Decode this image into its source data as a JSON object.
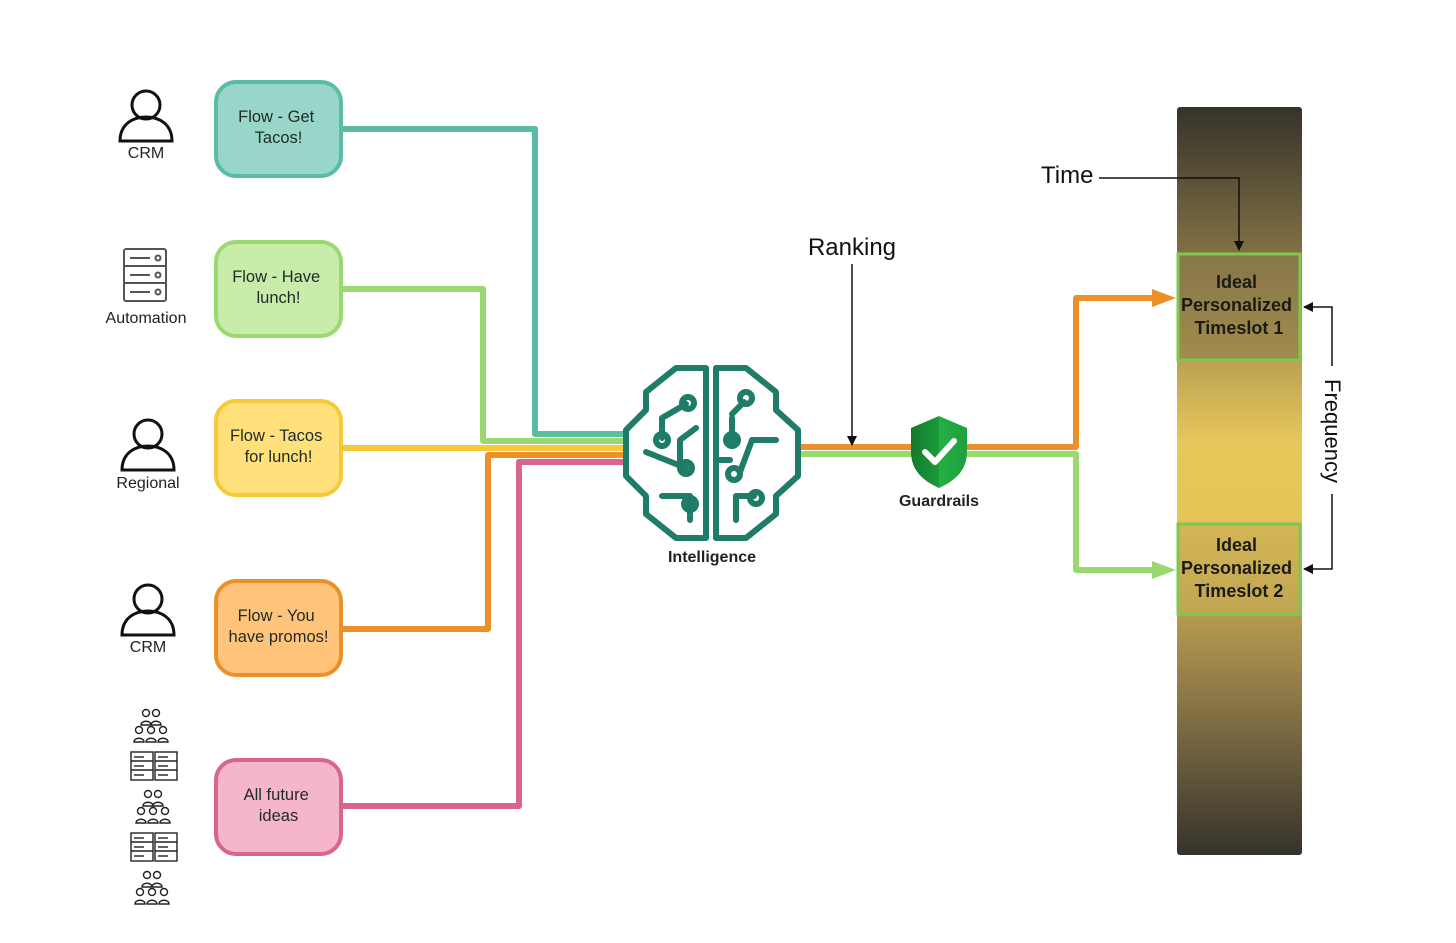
{
  "sources": [
    {
      "label": "CRM",
      "icon": "person-icon"
    },
    {
      "label": "Automation",
      "icon": "server-icon"
    },
    {
      "label": "Regional",
      "icon": "person-icon"
    },
    {
      "label": "CRM",
      "icon": "person-icon"
    },
    {
      "label": "",
      "icon": "groups-and-servers-icon"
    }
  ],
  "flows": [
    {
      "lines": [
        "Flow - Get",
        "Tacos!"
      ],
      "fill": "#97d6c8",
      "stroke": "#5bbca6"
    },
    {
      "lines": [
        "Flow - Have",
        "lunch!"
      ],
      "fill": "#c8ecaa",
      "stroke": "#9bd86f"
    },
    {
      "lines": [
        "Flow - Tacos",
        "for lunch!"
      ],
      "fill": "#ffe07a",
      "stroke": "#f6c93a"
    },
    {
      "lines": [
        "Flow - You",
        "have promos!"
      ],
      "fill": "#ffc47a",
      "stroke": "#ee9029"
    },
    {
      "lines": [
        "All future",
        "ideas"
      ],
      "fill": "#f4b6c8",
      "stroke": "#d9658a"
    }
  ],
  "intelligence": {
    "label": "Intelligence",
    "color": "#1f7c69"
  },
  "ranking_label": "Ranking",
  "guardrails": {
    "label": "Guardrails",
    "color": "#1c9a3a"
  },
  "time_label": "Time",
  "frequency_label": "Frequency",
  "timeslots": [
    {
      "lines": [
        "Ideal",
        "Personalized",
        "Timeslot 1"
      ]
    },
    {
      "lines": [
        "Ideal",
        "Personalized",
        "Timeslot 2"
      ]
    }
  ],
  "colors": {
    "teal": "#5bbca6",
    "green": "#9bd86f",
    "yellow": "#f6c93a",
    "orange": "#ee9029",
    "pink": "#d9658a",
    "slot_border": "#7ec850"
  }
}
